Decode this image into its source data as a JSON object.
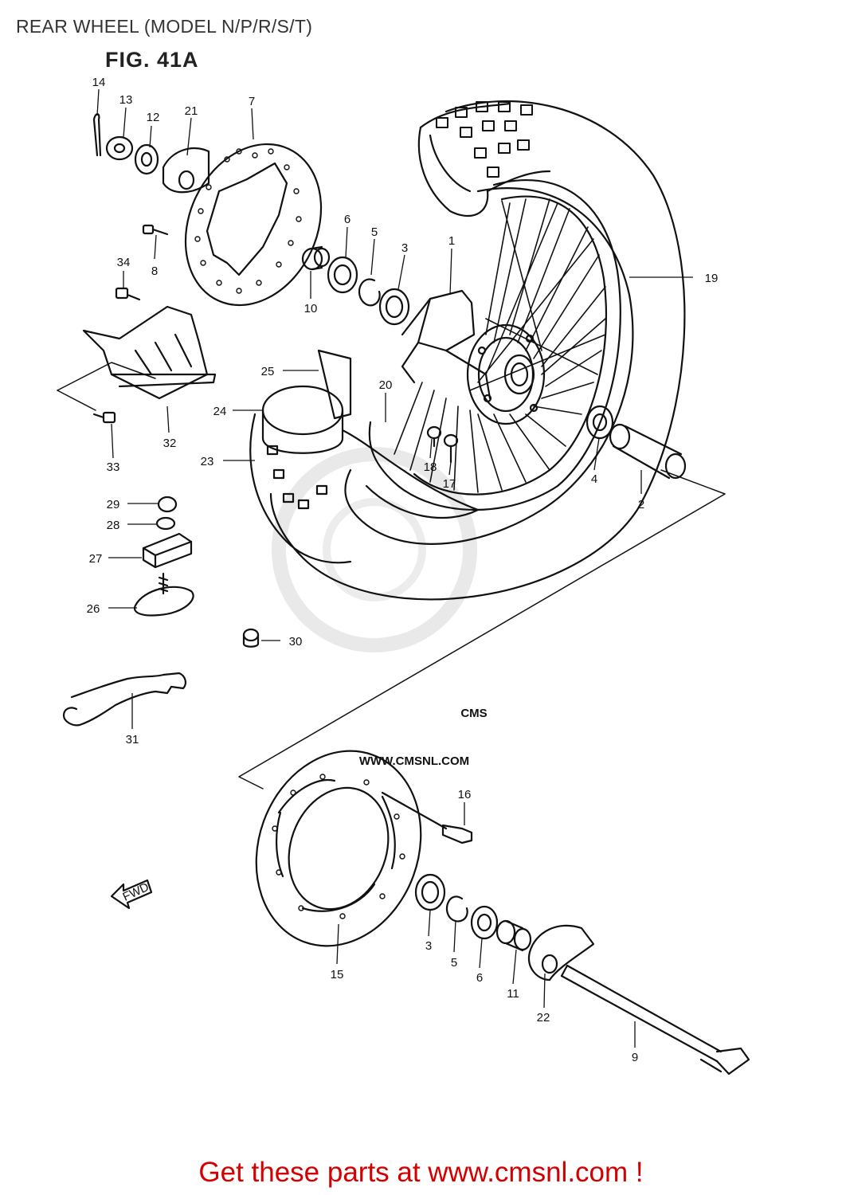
{
  "page": {
    "title": "REAR WHEEL (MODEL N/P/R/S/T)",
    "figure": "FIG. 41A"
  },
  "watermark": {
    "brand": "CMS",
    "url": "WWW.CMSNL.COM"
  },
  "fwd_arrow": "FWD",
  "callouts": [
    {
      "n": "1"
    },
    {
      "n": "2"
    },
    {
      "n": "3"
    },
    {
      "n": "4"
    },
    {
      "n": "5"
    },
    {
      "n": "6"
    },
    {
      "n": "7"
    },
    {
      "n": "8"
    },
    {
      "n": "9"
    },
    {
      "n": "10"
    },
    {
      "n": "11"
    },
    {
      "n": "12"
    },
    {
      "n": "13"
    },
    {
      "n": "14"
    },
    {
      "n": "15"
    },
    {
      "n": "16"
    },
    {
      "n": "17"
    },
    {
      "n": "18"
    },
    {
      "n": "19"
    },
    {
      "n": "20"
    },
    {
      "n": "21"
    },
    {
      "n": "22"
    },
    {
      "n": "23"
    },
    {
      "n": "24"
    },
    {
      "n": "25"
    },
    {
      "n": "26"
    },
    {
      "n": "27"
    },
    {
      "n": "28"
    },
    {
      "n": "29"
    },
    {
      "n": "30"
    },
    {
      "n": "31"
    },
    {
      "n": "32"
    },
    {
      "n": "33"
    },
    {
      "n": "34"
    },
    {
      "n": "3"
    },
    {
      "n": "5"
    },
    {
      "n": "6"
    }
  ],
  "footer": {
    "text": "Get these parts at www.cmsnl.com !"
  },
  "colors": {
    "footer_text": "#d40000",
    "line": "#111111",
    "watermark": "#e6e6e6"
  }
}
